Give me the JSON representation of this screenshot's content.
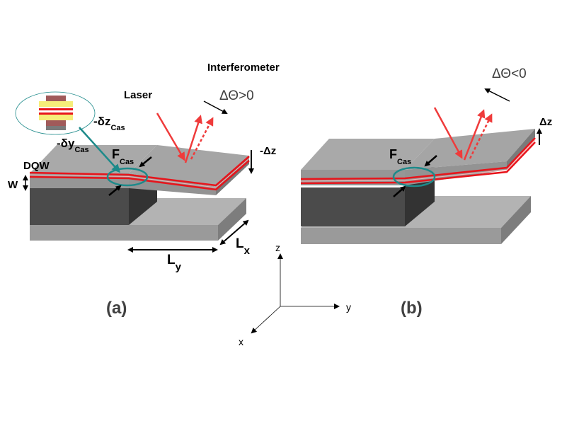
{
  "labels": {
    "interferometer": "Interferometer",
    "laser": "Laser",
    "dtheta_pos": "ΔΘ>0",
    "dtheta_neg": "ΔΘ<0",
    "dz_cas_main": "-δz",
    "dz_cas_sub": "Cas",
    "dy_cas_main": "-δy",
    "dy_cas_sub": "Cas",
    "f_cas_a_main": "F",
    "f_cas_a_sub": "Cas",
    "f_cas_b_main": "F",
    "f_cas_b_sub": "Cas",
    "neg_dz": "-Δz",
    "pos_dz": "Δz",
    "dqw": "DQW",
    "w": "W",
    "ly_main": "L",
    "ly_sub": "y",
    "lx_main": "L",
    "lx_sub": "x",
    "panel_a": "(a)",
    "panel_b": "(b)",
    "axis_z": "z",
    "axis_y": "y",
    "axis_x": "x"
  },
  "colors": {
    "slab_top": "#a9a9a9",
    "slab_front": "#969696",
    "slab_side": "#7d7d7d",
    "dark_block": "#4b4b4b",
    "dark_block_side": "#333333",
    "waveguide": "#e8141b",
    "laser": "#ef3b3b",
    "casimir": "#1d8a8a",
    "inset_yellow": "#f6ee7a",
    "inset_brown": "#a05a5a"
  }
}
